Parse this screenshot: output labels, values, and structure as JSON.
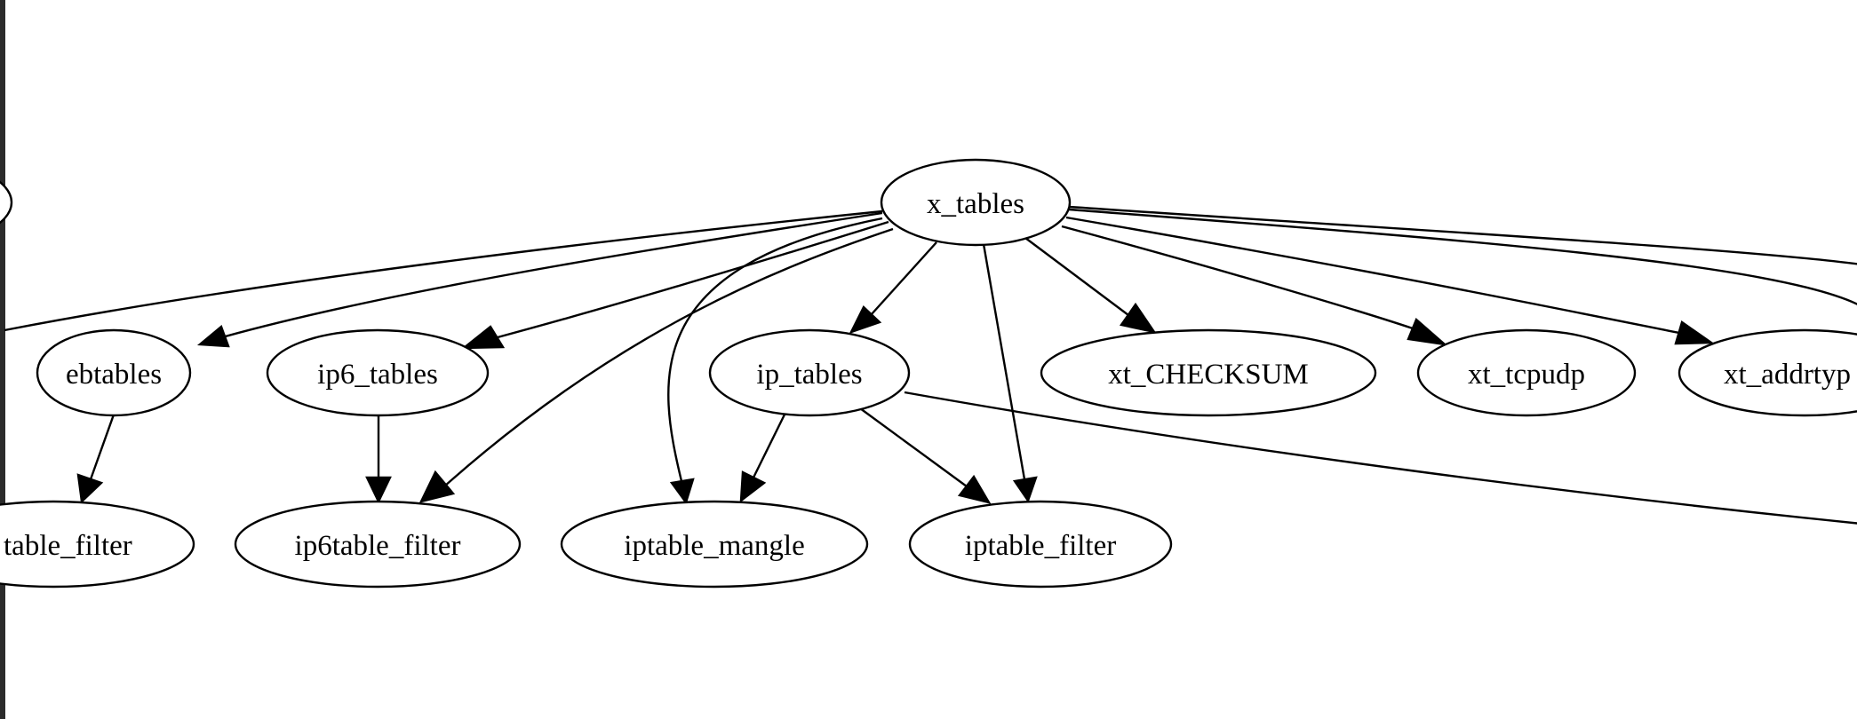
{
  "graph": {
    "nodes": [
      {
        "id": "x_tables",
        "label": "x_tables"
      },
      {
        "id": "ebtables",
        "label": "ebtables"
      },
      {
        "id": "ip6_tables",
        "label": "ip6_tables"
      },
      {
        "id": "ip_tables",
        "label": "ip_tables"
      },
      {
        "id": "xt_CHECKSUM",
        "label": "xt_CHECKSUM"
      },
      {
        "id": "xt_tcpudp",
        "label": "xt_tcpudp"
      },
      {
        "id": "xt_addrtype",
        "label": "xt_addrtyp"
      },
      {
        "id": "ebtable_filter",
        "label": "table_filter"
      },
      {
        "id": "ip6table_filter",
        "label": "ip6table_filter"
      },
      {
        "id": "iptable_mangle",
        "label": "iptable_mangle"
      },
      {
        "id": "iptable_filter",
        "label": "iptable_filter"
      }
    ],
    "edges": [
      {
        "from": "x_tables",
        "to": "offscreen_left"
      },
      {
        "from": "x_tables",
        "to": "ebtables"
      },
      {
        "from": "x_tables",
        "to": "ip6_tables"
      },
      {
        "from": "x_tables",
        "to": "ip6table_filter"
      },
      {
        "from": "x_tables",
        "to": "iptable_mangle"
      },
      {
        "from": "x_tables",
        "to": "ip_tables"
      },
      {
        "from": "x_tables",
        "to": "iptable_filter"
      },
      {
        "from": "x_tables",
        "to": "xt_CHECKSUM"
      },
      {
        "from": "x_tables",
        "to": "xt_tcpudp"
      },
      {
        "from": "x_tables",
        "to": "xt_addrtype"
      },
      {
        "from": "x_tables",
        "to": "offscreen_right"
      },
      {
        "from": "x_tables",
        "to": "offscreen_right"
      },
      {
        "from": "ebtables",
        "to": "ebtable_filter"
      },
      {
        "from": "ip6_tables",
        "to": "ip6table_filter"
      },
      {
        "from": "ip_tables",
        "to": "iptable_mangle"
      },
      {
        "from": "ip_tables",
        "to": "iptable_filter"
      },
      {
        "from": "ip_tables",
        "to": "offscreen_right"
      }
    ]
  }
}
